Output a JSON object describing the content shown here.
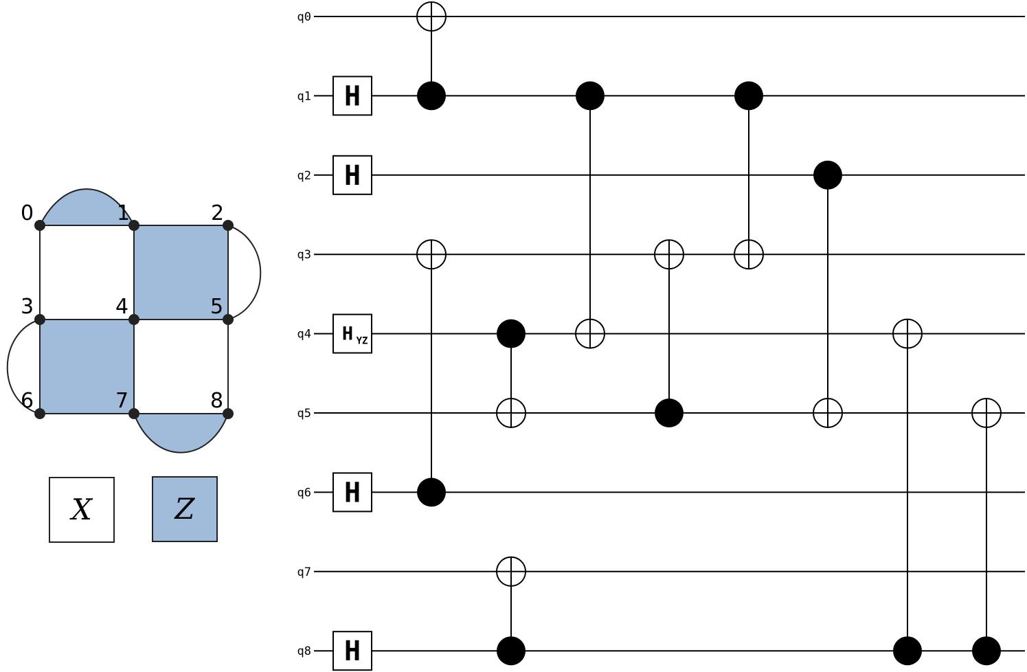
{
  "lattice": {
    "nodes": [
      "0",
      "1",
      "2",
      "3",
      "4",
      "5",
      "6",
      "7",
      "8"
    ],
    "plaquettes": [
      {
        "type": "Z",
        "qubits": [
          "0",
          "1"
        ]
      },
      {
        "type": "Z",
        "qubits": [
          "1",
          "2",
          "4",
          "5"
        ]
      },
      {
        "type": "X",
        "qubits": [
          "0",
          "1",
          "3",
          "4"
        ]
      },
      {
        "type": "X",
        "qubits": [
          "2",
          "5"
        ]
      },
      {
        "type": "X",
        "qubits": [
          "3",
          "6"
        ]
      },
      {
        "type": "Z",
        "qubits": [
          "3",
          "4",
          "6",
          "7"
        ]
      },
      {
        "type": "X",
        "qubits": [
          "4",
          "5",
          "7",
          "8"
        ]
      },
      {
        "type": "Z",
        "qubits": [
          "7",
          "8"
        ]
      }
    ],
    "colors": {
      "Z": "#a1bcda",
      "X": "#ffffff"
    }
  },
  "legend": [
    {
      "label": "X",
      "color": "#ffffff"
    },
    {
      "label": "Z",
      "color": "#a1bcda"
    }
  ],
  "circuit": {
    "qubits": [
      "q0",
      "q1",
      "q2",
      "q3",
      "q4",
      "q5",
      "q6",
      "q7",
      "q8"
    ],
    "single_gates": [
      {
        "qubit": 1,
        "label": "H",
        "sub": ""
      },
      {
        "qubit": 2,
        "label": "H",
        "sub": ""
      },
      {
        "qubit": 4,
        "label": "H",
        "sub": "YZ"
      },
      {
        "qubit": 6,
        "label": "H",
        "sub": ""
      },
      {
        "qubit": 8,
        "label": "H",
        "sub": ""
      }
    ],
    "cnots": [
      {
        "step": 1,
        "control": 1,
        "target": 0
      },
      {
        "step": 1,
        "control": 6,
        "target": 3
      },
      {
        "step": 2,
        "control": 4,
        "target": 5
      },
      {
        "step": 2,
        "control": 8,
        "target": 7
      },
      {
        "step": 3,
        "control": 1,
        "target": 4
      },
      {
        "step": 4,
        "control": 5,
        "target": 3
      },
      {
        "step": 5,
        "control": 1,
        "target": 3
      },
      {
        "step": 6,
        "control": 2,
        "target": 5
      },
      {
        "step": 7,
        "control": 8,
        "target": 4
      },
      {
        "step": 8,
        "control": 8,
        "target": 5
      }
    ]
  }
}
